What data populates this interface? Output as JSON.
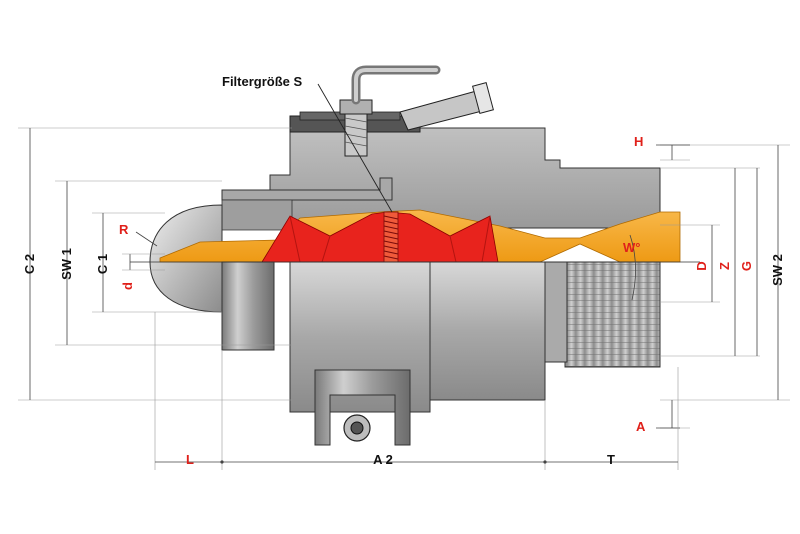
{
  "callout": {
    "filter_size": "Filtergröße S"
  },
  "labels": {
    "C2": "C 2",
    "SW1": "SW 1",
    "C1": "C 1",
    "R": "R",
    "d": "d",
    "H": "H",
    "D": "D",
    "Z": "Z",
    "G": "G",
    "SW2": "SW 2",
    "W": "W°",
    "A": "A",
    "L": "L",
    "A2": "A 2",
    "T": "T"
  },
  "colors": {
    "body_gray": "#a9a9a9",
    "dark_gray": "#6e6e6e",
    "orange": "#f5a623",
    "red_filter": "#e8231d",
    "label_red": "#e0201a"
  }
}
